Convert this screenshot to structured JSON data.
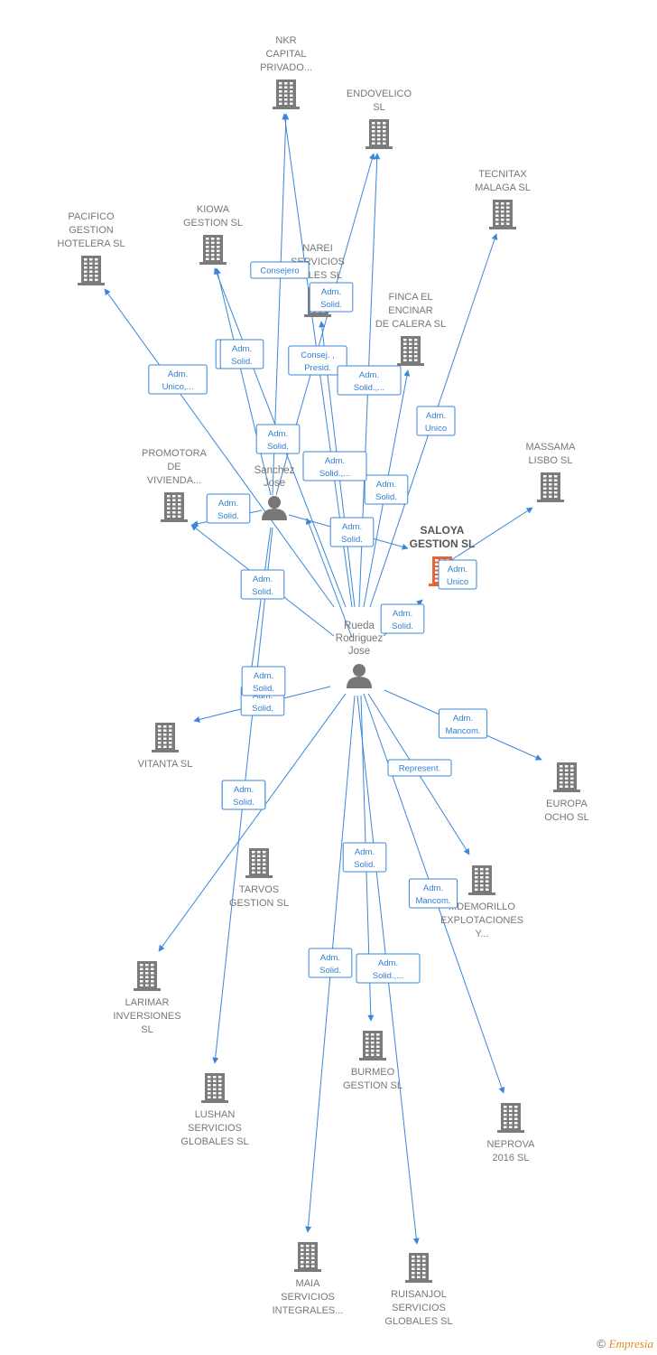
{
  "nodes": [
    {
      "id": "nkr",
      "type": "company",
      "lines": [
        "NKR",
        "CAPITAL",
        "PRIVADO..."
      ]
    },
    {
      "id": "endovelico",
      "type": "company",
      "lines": [
        "ENDOVELICO",
        "SL"
      ]
    },
    {
      "id": "tecnitax",
      "type": "company",
      "lines": [
        "TECNITAX",
        "MALAGA  SL"
      ]
    },
    {
      "id": "kiowa",
      "type": "company",
      "lines": [
        "KIOWA",
        "GESTION  SL"
      ]
    },
    {
      "id": "pacifico",
      "type": "company",
      "lines": [
        "PACIFICO",
        "GESTION",
        "HOTELERA SL"
      ]
    },
    {
      "id": "narei",
      "type": "company",
      "lines": [
        "NAREI",
        "SERVICIOS",
        "...ALES SL"
      ]
    },
    {
      "id": "finca",
      "type": "company",
      "lines": [
        "FINCA EL",
        "ENCINAR",
        "DE CALERA  SL"
      ]
    },
    {
      "id": "massama",
      "type": "company",
      "lines": [
        "MASSAMA",
        "LISBO  SL"
      ]
    },
    {
      "id": "promotora",
      "type": "company",
      "lines": [
        "PROMOTORA",
        "DE",
        "VIVIENDA..."
      ]
    },
    {
      "id": "saloya",
      "type": "company",
      "highlight": true,
      "lines": [
        "SALOYA",
        "GESTION  SL"
      ]
    },
    {
      "id": "vitanta",
      "type": "company",
      "lines": [
        "VITANTA  SL"
      ]
    },
    {
      "id": "europa",
      "type": "company",
      "lines": [
        "EUROPA",
        "OCHO  SL"
      ]
    },
    {
      "id": "tarvos",
      "type": "company",
      "lines": [
        "TARVOS",
        "GESTION  SL"
      ]
    },
    {
      "id": "demorillo",
      "type": "company",
      "lines": [
        "...DEMORILLO",
        "EXPLOTACIONES",
        "Y..."
      ]
    },
    {
      "id": "larimar",
      "type": "company",
      "lines": [
        "LARIMAR",
        "INVERSIONES",
        "SL"
      ]
    },
    {
      "id": "lushan",
      "type": "company",
      "lines": [
        "LUSHAN",
        "SERVICIOS",
        "GLOBALES  SL"
      ]
    },
    {
      "id": "burmeo",
      "type": "company",
      "lines": [
        "BURMEO",
        "GESTION  SL"
      ]
    },
    {
      "id": "neprova",
      "type": "company",
      "lines": [
        "NEPROVA",
        "2016  SL"
      ]
    },
    {
      "id": "maia",
      "type": "company",
      "lines": [
        "MAIA",
        "SERVICIOS",
        "INTEGRALES..."
      ]
    },
    {
      "id": "ruisanjol",
      "type": "company",
      "lines": [
        "RUISANJOL",
        "SERVICIOS",
        "GLOBALES SL"
      ]
    },
    {
      "id": "sanchez",
      "type": "person",
      "lines": [
        "Sanchez",
        "Jose"
      ]
    },
    {
      "id": "rueda",
      "type": "person",
      "lines": [
        "Rueda",
        "Rodriguez",
        "Jose"
      ]
    }
  ],
  "edges": [
    {
      "from": "sanchez",
      "to": "nkr",
      "label": [
        "Consejero"
      ]
    },
    {
      "from": "sanchez",
      "to": "kiowa",
      "label": [
        "Adm.",
        "Solid."
      ]
    },
    {
      "from": "sanchez",
      "to": "endovelico",
      "label": [
        "Consej. ,",
        "Presid."
      ]
    },
    {
      "from": "sanchez",
      "to": "promotora",
      "label": [
        "Adm.",
        "Solid."
      ]
    },
    {
      "from": "sanchez",
      "to": "saloya",
      "label": [
        "Adm.",
        "Solid."
      ]
    },
    {
      "from": "sanchez",
      "to": "lushan",
      "label": [
        "Adm.",
        "Solid."
      ]
    },
    {
      "from": "rueda",
      "to": "nkr",
      "label": [
        "Adm.",
        "Solid."
      ]
    },
    {
      "from": "rueda",
      "to": "kiowa",
      "label": [
        "Adm.",
        "Solid."
      ]
    },
    {
      "from": "rueda",
      "to": "pacifico",
      "label": [
        "Adm.",
        "Unico,..."
      ]
    },
    {
      "from": "rueda",
      "to": "endovelico",
      "label": [
        "Adm.",
        "Solid.,..."
      ]
    },
    {
      "from": "rueda",
      "to": "narei",
      "label": [
        "Adm.",
        "Solid."
      ]
    },
    {
      "from": "rueda",
      "to": "finca",
      "label": [
        "Adm.",
        "Solid."
      ]
    },
    {
      "from": "rueda",
      "to": "tecnitax",
      "label": [
        "Adm.",
        "Unico"
      ]
    },
    {
      "from": "rueda",
      "to": "promotora",
      "label": [
        "Adm.",
        "Solid."
      ]
    },
    {
      "from": "rueda",
      "to": "saloya",
      "label": [
        "Adm.",
        "Solid."
      ]
    },
    {
      "from": "saloya",
      "to": "massama",
      "label": [
        "Adm.",
        "Unico"
      ]
    },
    {
      "from": "rueda",
      "to": "vitanta",
      "label": [
        "Adm.",
        "Solid."
      ]
    },
    {
      "from": "rueda",
      "to": "europa",
      "label": [
        "Adm.",
        "Mancom."
      ]
    },
    {
      "from": "rueda",
      "to": "demorillo",
      "label": [
        "Represent."
      ]
    },
    {
      "from": "rueda",
      "to": "neprova",
      "label": [
        "Adm.",
        "Mancom."
      ]
    },
    {
      "from": "rueda",
      "to": "larimar",
      "label": [
        "Adm.",
        "Solid."
      ]
    },
    {
      "from": "rueda",
      "to": "burmeo",
      "label": [
        "Adm.",
        "Solid."
      ]
    },
    {
      "from": "rueda",
      "to": "maia",
      "label": [
        "Adm.",
        "Solid."
      ]
    },
    {
      "from": "rueda",
      "to": "ruisanjol",
      "label": [
        "Adm.",
        "Solid.,..."
      ]
    },
    {
      "from": "rueda",
      "to": "sanchez",
      "label": [
        "Adm.",
        "Solid.,..."
      ]
    },
    {
      "from": "sanchez",
      "to": "vitanta",
      "label": [
        "Adm.",
        "Solid."
      ]
    }
  ],
  "colors": {
    "edge": "#3b86d8",
    "building": "#7b7b7b",
    "highlight": "#e8633a",
    "label": "#777777"
  },
  "footer": {
    "copyright": "©",
    "brand": "Empresia"
  }
}
